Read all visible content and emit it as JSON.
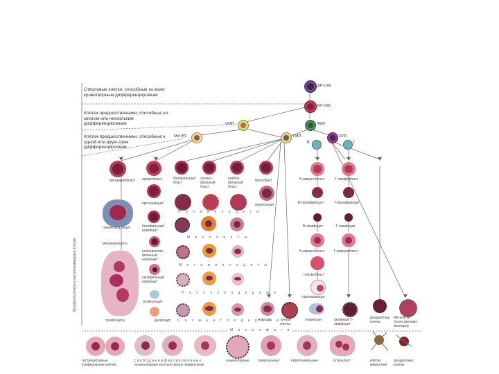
{
  "legend": {
    "level1": "Стволовые клетки, способные ко всем кроветворным дифференцировкам",
    "level2": "Клетки-предшественники, способные ко многим или нескольким дифференцировкам",
    "level3": "Клетки-предшественники, способные к одной или двум-трем дифференцировкам"
  },
  "vertical_label": "Морфологически распознаваемые клетки",
  "top_nodes": {
    "dr_skk": "ДР-СКК",
    "kr_skk": "КР-СКК",
    "omp": "ОМП",
    "lmp": "ЛМП",
    "megep": "МегЭП",
    "gmp": "ГМП",
    "olp": "ОЛП",
    "b_mark": "В",
    "t_mark": "Т"
  },
  "columns": {
    "megakaryoblast": "мегакариобласт",
    "promegakaryocyte": "промегакариоцит",
    "megakaryocytes": "мегакариоциты",
    "platelets": "тромбоциты",
    "erythroblast": "эритробласт",
    "pronormocyte": "пронормоцит",
    "basophilic_normocyte": "базофильный нормоцит",
    "polychromatophilic_normocyte": "полихромато-фильный нормоцит",
    "oxyphilic_normocyte": "оксифильный нормоцит",
    "reticulocyte": "ретикулоцит",
    "erythrocyte": "эритроцит",
    "basophilic_blast": "базофильный бласт",
    "eosinophilic_blast": "эозино-фильный бласт",
    "neutrophilic_blast": "нейтро-фильный бласт",
    "monoblast": "монобласт",
    "promonocyte": "промоноцит",
    "promyelocytes": "П р о м и е л о ц и т ы",
    "myelocytes": "М и е л о ц и т ы",
    "metamyelocytes": "М е т а м и е л о ц и т ы",
    "band": "П а л о ч к о я д е р н ы е",
    "segmented": "С е г м е н т о я д е р н ы е",
    "monocyte": "моноцит",
    "mast_cell": "тучная клетка",
    "b_immunoblast": "В-иммунобласт",
    "b_proimmunocyte": "В-пролимфоцит",
    "b_lymphocyte": "В-лимфоцит",
    "b_immunoblast2": "В-иммунобласт",
    "plasmablast": "плазмобласт",
    "proplasmocyte": "проплазмоцит",
    "plasmocyte": "плазмоцит",
    "t_immunoblast": "Т-лимфобласт",
    "t_prolymphocyte": "Т-пролимфоцит",
    "t_lymphocyte": "Т-лимфоцит",
    "t_immunoblast2": "Т-иммунобласт",
    "active_t": "активный Т-лимфоцит",
    "dendritic": "дендритные клетки",
    "nk": "NK-клетки (естественные киллеры)"
  },
  "macrophages": {
    "header": "М а к р о ф а г и",
    "labels": [
      "гистиоцитарные купферовские клетки",
      "с в о б о д н ы е   и   ф и к с и р о в а н н ы е   альвеолярные   костного мозга   лимфоузлов",
      "альвеолярные",
      "плевральные",
      "перитонеальные",
      "остеокласт",
      "клетки микроглии",
      "дендритные клетки"
    ]
  },
  "colors": {
    "stem": "#5a3d7a",
    "erythroid": "#c94b6a",
    "nucleus": "#7a2040",
    "granulo": "#d98a3a",
    "pale": "#e9b7c2"
  }
}
